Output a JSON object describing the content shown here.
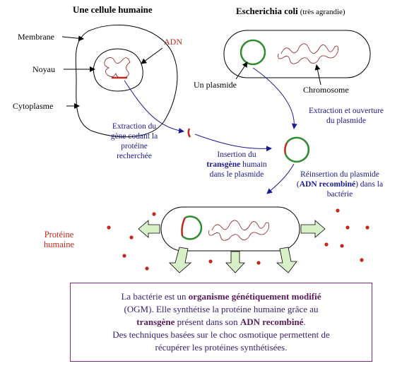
{
  "titles": {
    "human_cell": "Une cellule humaine",
    "ecoli": "Escherichia coli",
    "ecoli_note": "(très agrandie)"
  },
  "labels": {
    "membrane": "Membrane",
    "noyau": "Noyau",
    "cytoplasme": "Cytoplasme",
    "adn": "ADN",
    "plasmide": "Un plasmide",
    "chromosome": "Chromosome",
    "proteine_line1": "Protéine",
    "proteine_line2": "humaine"
  },
  "steps": {
    "extraction_gene": [
      "Extraction du",
      "gène codant la",
      "protéine",
      "recherchée"
    ],
    "extraction_plasmide": [
      "Extraction et ouverture",
      "du plasmide"
    ],
    "insertion": {
      "line1": "Insertion du",
      "bold": "transgène",
      "line2_rest": " humain",
      "line3": "dans le plasmide"
    },
    "reinsertion": {
      "line1": "Réinsertion du plasmide",
      "open": "(",
      "bold": "ADN recombiné",
      "close": ") dans la",
      "line3": "bactérie"
    }
  },
  "info": {
    "l1_pre": "La bactérie est un ",
    "l1_bold": "organisme génétiquement modifié",
    "l2": "(OGM). Elle synthétise la protéine humaine grâce au",
    "l3_bold1": "transgène",
    "l3_mid": " présent dans son ",
    "l3_bold2": "ADN recombiné",
    "l3_end": ".",
    "l4": "Des techniques basées sur le choc osmotique permettent de",
    "l5": "récupérer les protéines synthétisées."
  },
  "colors": {
    "plasmid": "#2e8b2e",
    "dna": "#c0281e",
    "arrow_blue": "#1a1a9c",
    "box_border": "#7a2a7a",
    "secretion_fill": "#d8f0c8"
  }
}
